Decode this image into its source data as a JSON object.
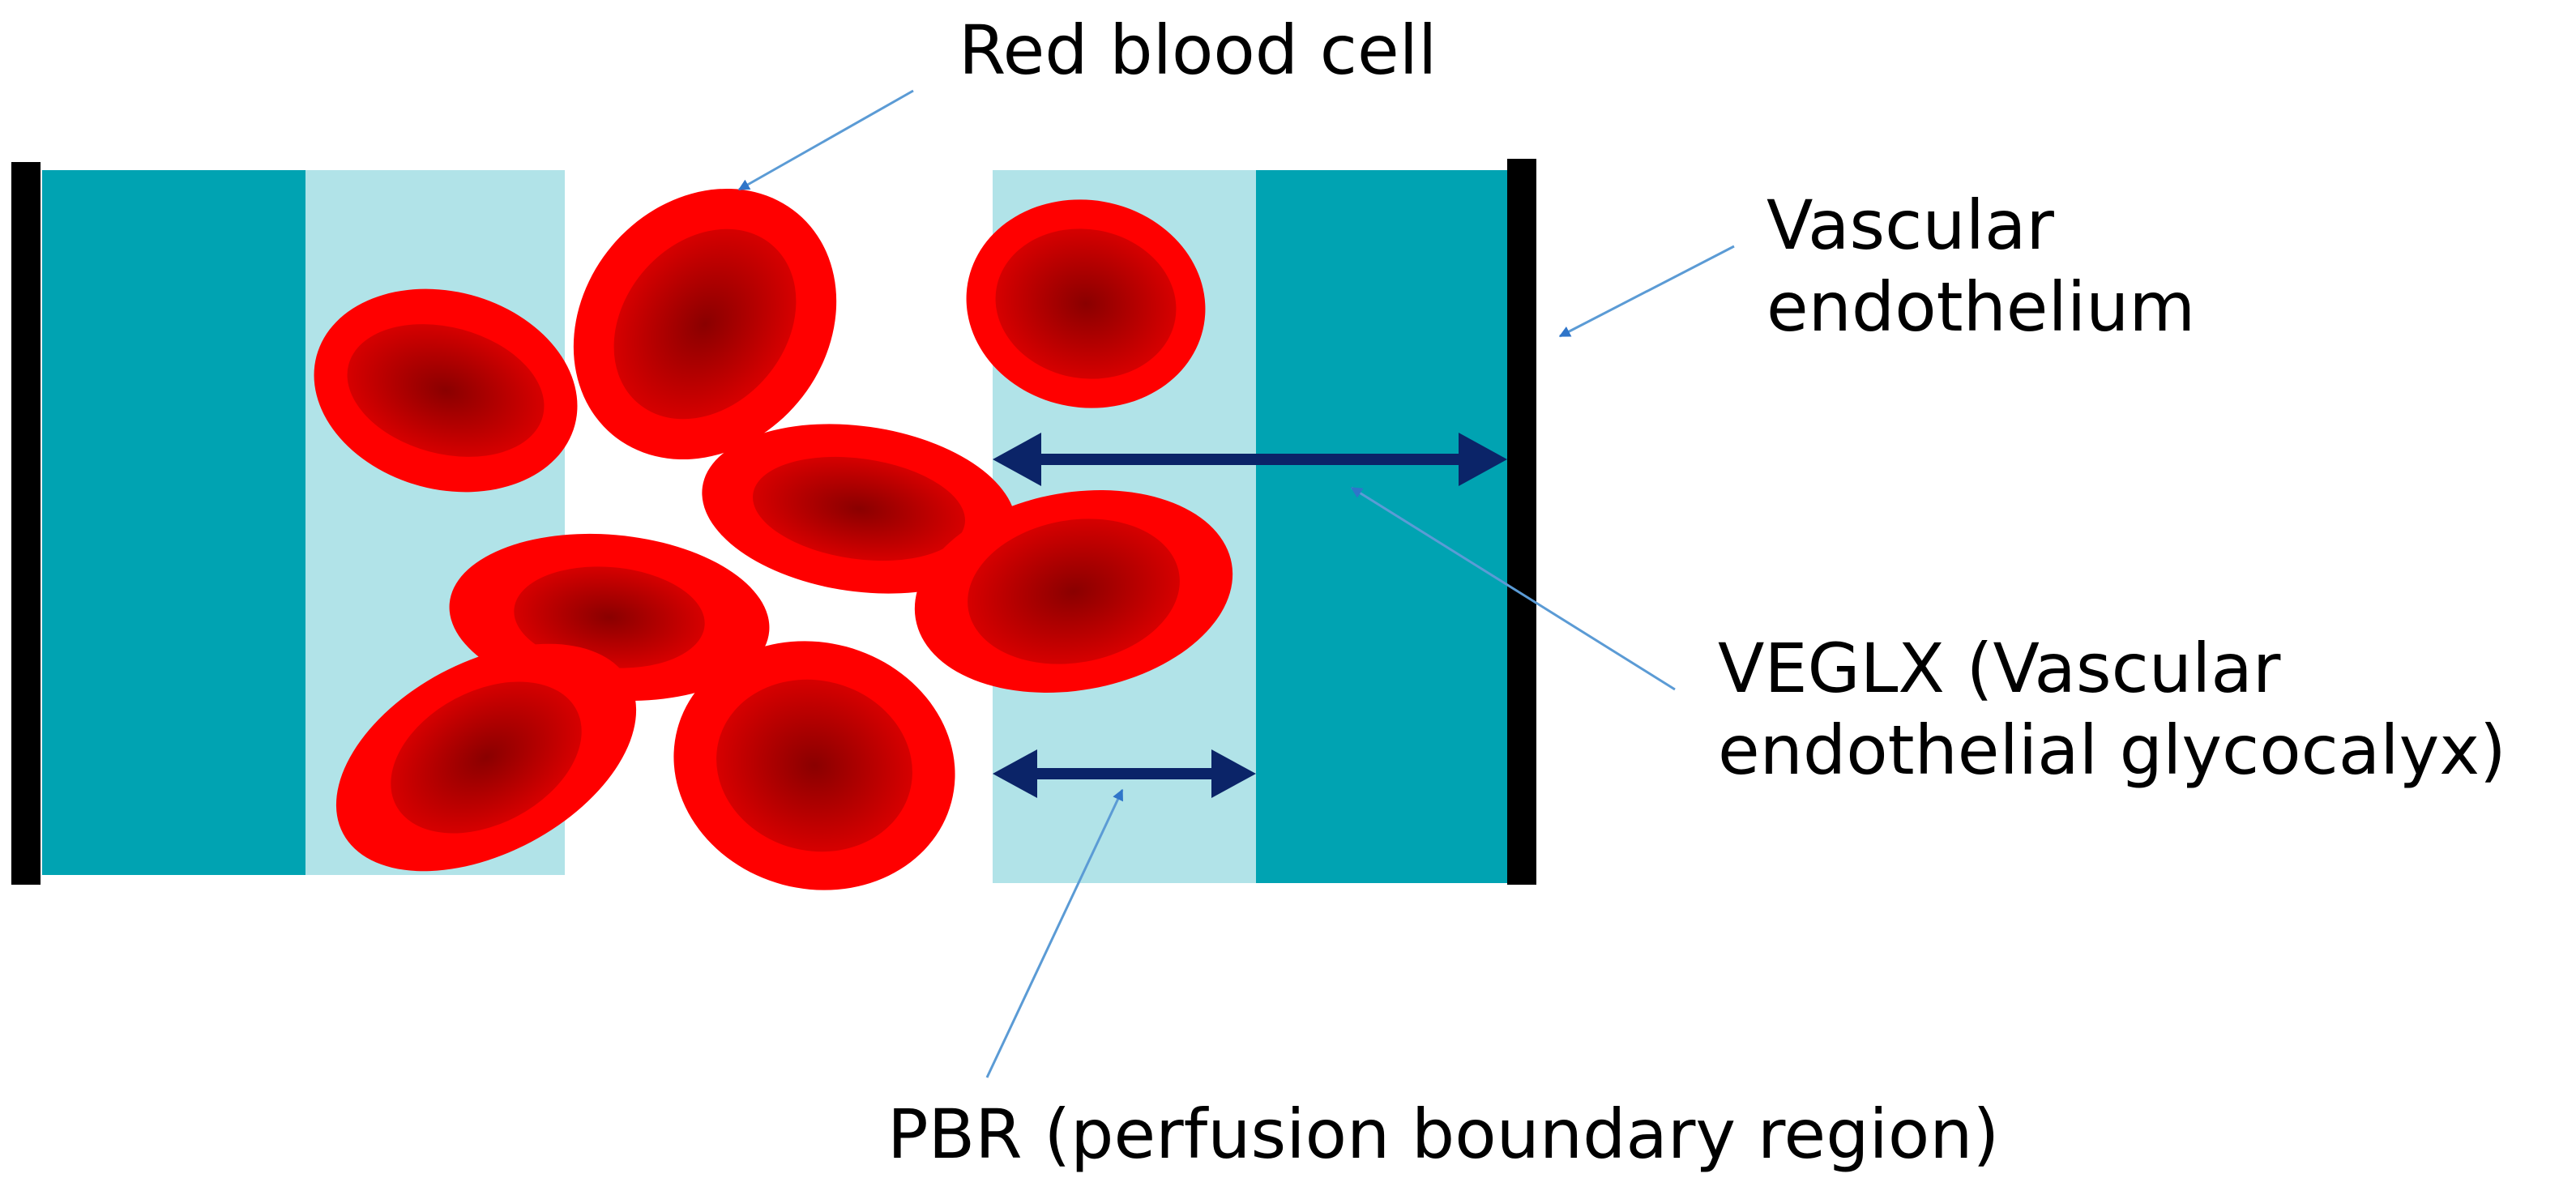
{
  "labels": {
    "red_blood_cell": "Red blood cell",
    "vascular_endothelium": [
      "Vascular",
      "endothelium"
    ],
    "veglx": [
      "VEGLX (Vascular",
      "endothelial glycocalyx)"
    ],
    "pbr": "PBR (perfusion boundary region)"
  },
  "colors": {
    "endothelial_glycocalyx": "#00a3b2",
    "perfusion_boundary_region": "#b1e3e8",
    "vessel_wall": "#000000",
    "rbc_outer": "#ff0000",
    "rbc_inner": "#d10000",
    "rbc_center": "#8a0000",
    "dimension_arrow": "#0b2468",
    "callout_line": "#5b9bd5",
    "callout_arrowhead": "#2f75c9"
  },
  "icons": {
    "red_blood_cell": "red-blood-cell-icon",
    "dimension_arrow": "double-headed-arrow"
  }
}
